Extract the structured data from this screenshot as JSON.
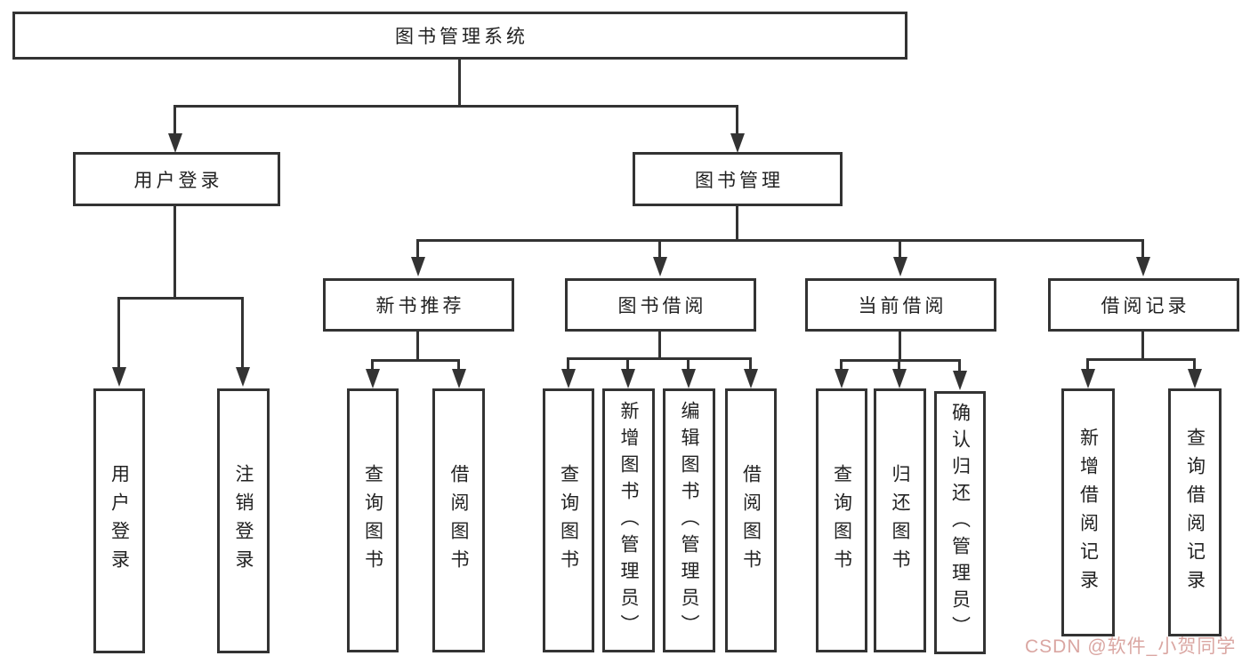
{
  "tree": {
    "label": "图书管理系统",
    "children": [
      {
        "label": "用户登录",
        "children": [
          {
            "label": "用户登录"
          },
          {
            "label": "注销登录"
          }
        ]
      },
      {
        "label": "图书管理",
        "children": [
          {
            "label": "新书推荐",
            "children": [
              {
                "label": "查询图书"
              },
              {
                "label": "借阅图书"
              }
            ]
          },
          {
            "label": "图书借阅",
            "children": [
              {
                "label": "查询图书"
              },
              {
                "label": "新增图书（管理员）"
              },
              {
                "label": "编辑图书（管理员）"
              },
              {
                "label": "借阅图书"
              }
            ]
          },
          {
            "label": "当前借阅",
            "children": [
              {
                "label": "查询图书"
              },
              {
                "label": "归还图书"
              },
              {
                "label": "确认归还（管理员）"
              }
            ]
          },
          {
            "label": "借阅记录",
            "children": [
              {
                "label": "新增借阅记录"
              },
              {
                "label": "查询借阅记录"
              }
            ]
          }
        ]
      }
    ]
  },
  "watermark": {
    "text": "CSDN @软件_小贺同学"
  },
  "colors": {
    "line": "#333333",
    "text": "#222222",
    "watermark": "#d39792",
    "background": "#ffffff"
  }
}
